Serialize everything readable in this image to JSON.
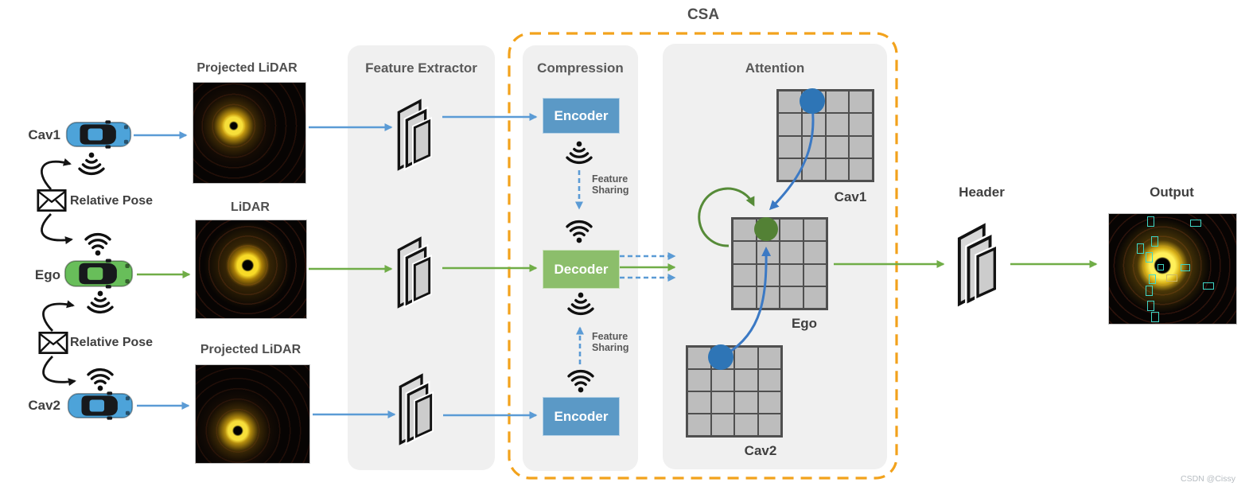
{
  "csa": {
    "title": "CSA"
  },
  "vehicles": {
    "cav1": "Cav1",
    "ego": "Ego",
    "cav2": "Cav2"
  },
  "messages": {
    "relative_pose_top": "Relative Pose",
    "relative_pose_bottom": "Relative Pose"
  },
  "lidar_images": {
    "top": "Projected LiDAR",
    "middle": "LiDAR",
    "bottom": "Projected LiDAR"
  },
  "feature_extractor": {
    "title": "Feature Extractor"
  },
  "compression": {
    "title": "Compression",
    "encoder_top": "Encoder",
    "decoder": "Decoder",
    "encoder_bottom": "Encoder",
    "feature_sharing_top": {
      "line1": "Feature",
      "line2": "Sharing"
    },
    "feature_sharing_bottom": {
      "line1": "Feature",
      "line2": "Sharing"
    }
  },
  "attention": {
    "title": "Attention",
    "grids": [
      {
        "label": "Cav1",
        "size": "4x4",
        "dot_color": "#2E75B6"
      },
      {
        "label": "Ego",
        "size": "4x4",
        "dot_color": "#538135"
      },
      {
        "label": "Cav2",
        "size": "4x4",
        "dot_color": "#2E75B6"
      }
    ]
  },
  "header": {
    "label": "Header"
  },
  "output": {
    "label": "Output"
  },
  "watermark": "CSDN @Cissy",
  "colors": {
    "arrow_blue": "#5B9BD5",
    "arrow_green": "#70AD47",
    "csa_border_orange": "#F2A21C",
    "encoder_fill": "#5B99C6",
    "decoder_fill": "#8CBE6B",
    "dot_blue": "#2E75B6",
    "dot_green": "#538135",
    "panel_bg": "#F0F0F0",
    "car_blue": "#4DA3D9",
    "car_green": "#68BE5A"
  }
}
